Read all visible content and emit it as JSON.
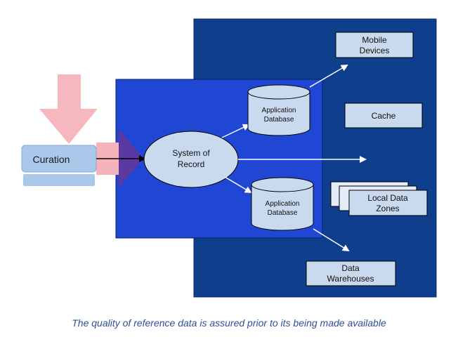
{
  "diagram": {
    "nodes": {
      "curation": "Curation",
      "system_of_record": [
        "System of",
        "Record"
      ],
      "app_db_top": [
        "Application",
        "Database"
      ],
      "app_db_bottom": [
        "Application",
        "Database"
      ],
      "mobile_devices": [
        "Mobile",
        "Devices"
      ],
      "cache": "Cache",
      "local_data_zones": [
        "Local Data",
        "Zones"
      ],
      "data_warehouses": [
        "Data",
        "Warehouses"
      ]
    },
    "colors": {
      "outer_panel": "#0f3f8c",
      "inner_panel": "#1f47d4",
      "node_fill": "#c9d9ee",
      "curation_fill": "#a9c8ea",
      "pink_arrow": "#f7b3bb",
      "purple_arrow": "#5a3aa0",
      "arrow_white": "#ffffff"
    }
  },
  "caption": "The quality of reference data is assured prior to its being made available"
}
